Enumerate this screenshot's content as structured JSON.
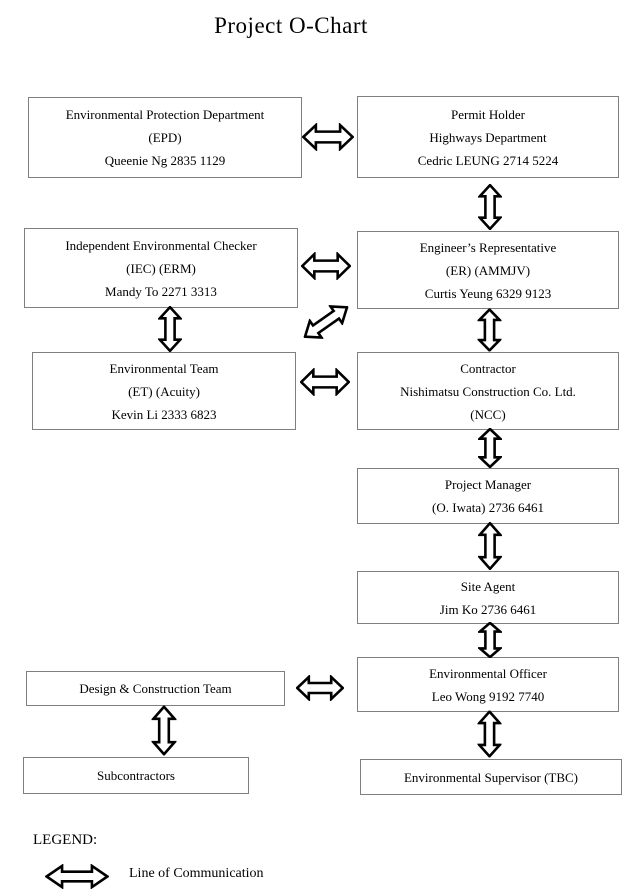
{
  "title": "Project O-Chart",
  "boxes": {
    "epd": {
      "lines": [
        "Environmental Protection Department",
        "(EPD)",
        "Queenie Ng 2835 1129"
      ]
    },
    "permit_holder": {
      "lines": [
        "Permit Holder",
        "Highways Department",
        "Cedric LEUNG 2714 5224"
      ]
    },
    "iec": {
      "lines": [
        "Independent Environmental Checker",
        "(IEC) (ERM)",
        "Mandy To 2271 3313"
      ]
    },
    "er": {
      "lines": [
        "Engineer’s Representative",
        "(ER) (AMMJV)",
        "Curtis Yeung 6329 9123"
      ]
    },
    "et": {
      "lines": [
        "Environmental Team",
        "(ET) (Acuity)",
        "Kevin Li 2333 6823"
      ]
    },
    "contractor": {
      "lines": [
        "Contractor",
        "Nishimatsu Construction Co. Ltd.",
        "(NCC)"
      ]
    },
    "project_manager": {
      "lines": [
        "Project Manager",
        "(O. Iwata) 2736 6461"
      ]
    },
    "site_agent": {
      "lines": [
        "Site Agent",
        "Jim Ko 2736 6461"
      ]
    },
    "design_construction": {
      "lines": [
        "Design & Construction Team"
      ]
    },
    "environmental_officer": {
      "lines": [
        "Environmental Officer",
        "Leo Wong 9192 7740"
      ]
    },
    "subcontractors": {
      "lines": [
        "Subcontractors"
      ]
    },
    "environmental_supervisor": {
      "lines": [
        "Environmental Supervisor (TBC)"
      ]
    }
  },
  "legend": {
    "label": "LEGEND:",
    "line_label": "Line of Communication"
  },
  "colors": {
    "background": "#ffffff",
    "box_border": "#7f7f7f",
    "arrow_stroke": "#000000",
    "arrow_fill": "#ffffff",
    "text": "#000000"
  }
}
